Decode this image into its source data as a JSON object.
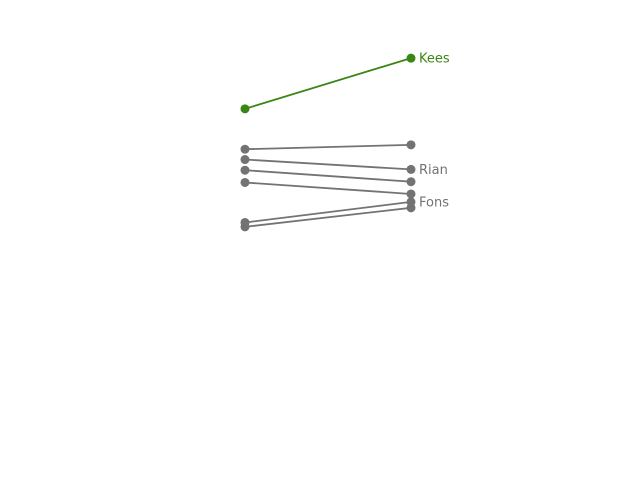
{
  "chart_data": {
    "type": "line",
    "subtype": "slopegraph",
    "title": "",
    "xlabel": "",
    "ylabel": "",
    "axes_visible": false,
    "grid": false,
    "legend": "none",
    "x": [
      0,
      1
    ],
    "ylim": [
      0,
      1
    ],
    "colors": {
      "highlight": "#3a8613",
      "default": "#737373"
    },
    "series": [
      {
        "name": "Kees",
        "values": [
          0.806,
          0.934
        ],
        "highlight": true,
        "show_label": true
      },
      {
        "name": "",
        "values": [
          0.704,
          0.715
        ],
        "highlight": false,
        "show_label": false
      },
      {
        "name": "Rian",
        "values": [
          0.678,
          0.653
        ],
        "highlight": false,
        "show_label": true
      },
      {
        "name": "",
        "values": [
          0.651,
          0.622
        ],
        "highlight": false,
        "show_label": false
      },
      {
        "name": "",
        "values": [
          0.62,
          0.591
        ],
        "highlight": false,
        "show_label": false
      },
      {
        "name": "",
        "values": [
          0.508,
          0.556
        ],
        "highlight": false,
        "show_label": false
      },
      {
        "name": "Fons",
        "values": [
          0.519,
          0.571
        ],
        "highlight": false,
        "show_label": true
      }
    ]
  }
}
